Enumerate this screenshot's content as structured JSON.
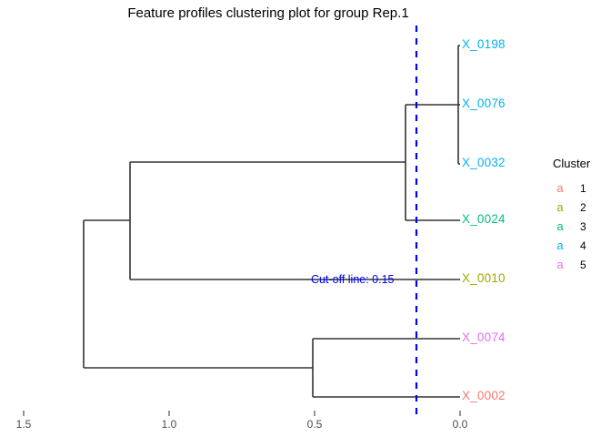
{
  "title": "Feature profiles clustering plot for group Rep.1",
  "cutoff": {
    "label": "Cut-off line: 0.15",
    "value": 0.15,
    "color": "#0000FF",
    "style": "dashed"
  },
  "axis": {
    "ticks": [
      "1.5",
      "1.0",
      "0.5",
      "0.0"
    ],
    "tick_values": [
      1.5,
      1.0,
      0.5,
      0.0
    ],
    "reversed": true,
    "label": ""
  },
  "legend": {
    "title": "Cluster",
    "key_glyph": "a",
    "items": [
      {
        "label": "1",
        "color": "#F8766D"
      },
      {
        "label": "2",
        "color": "#A3A500"
      },
      {
        "label": "3",
        "color": "#00BF7D"
      },
      {
        "label": "4",
        "color": "#00B0F6"
      },
      {
        "label": "5",
        "color": "#E76BF3"
      }
    ]
  },
  "chart_data": {
    "type": "dendrogram",
    "title": "Feature profiles clustering plot for group Rep.1",
    "xlabel": "",
    "ylabel": "",
    "xlim": [
      1.6,
      0.0
    ],
    "grid": false,
    "legend_position": "right",
    "leaves": [
      {
        "name": "X_0198",
        "cluster": 4,
        "color": "#00B0F6",
        "order": 1
      },
      {
        "name": "X_0076",
        "cluster": 4,
        "color": "#00B0F6",
        "order": 2
      },
      {
        "name": "X_0032",
        "cluster": 4,
        "color": "#00B0F6",
        "order": 3
      },
      {
        "name": "X_0024",
        "cluster": 3,
        "color": "#00BF7D",
        "order": 4
      },
      {
        "name": "X_0010",
        "cluster": 2,
        "color": "#A3A500",
        "order": 5
      },
      {
        "name": "X_0074",
        "cluster": 5,
        "color": "#E76BF3",
        "order": 6
      },
      {
        "name": "X_0002",
        "cluster": 1,
        "color": "#F8766D",
        "order": 7
      }
    ],
    "merges": [
      {
        "id": "m1",
        "children": [
          "X_0198",
          "X_0076"
        ],
        "height": 0.0
      },
      {
        "id": "m2",
        "children": [
          "m1",
          "X_0032"
        ],
        "height": 0.005
      },
      {
        "id": "m3",
        "children": [
          "m2",
          "X_0024"
        ],
        "height": 0.185
      },
      {
        "id": "m4",
        "children": [
          "m3",
          "X_0010"
        ],
        "height": 1.14
      },
      {
        "id": "m5",
        "children": [
          "X_0074",
          "X_0002"
        ],
        "height": 0.51
      },
      {
        "id": "m6",
        "children": [
          "m4",
          "m5"
        ],
        "height": 1.3
      }
    ]
  }
}
